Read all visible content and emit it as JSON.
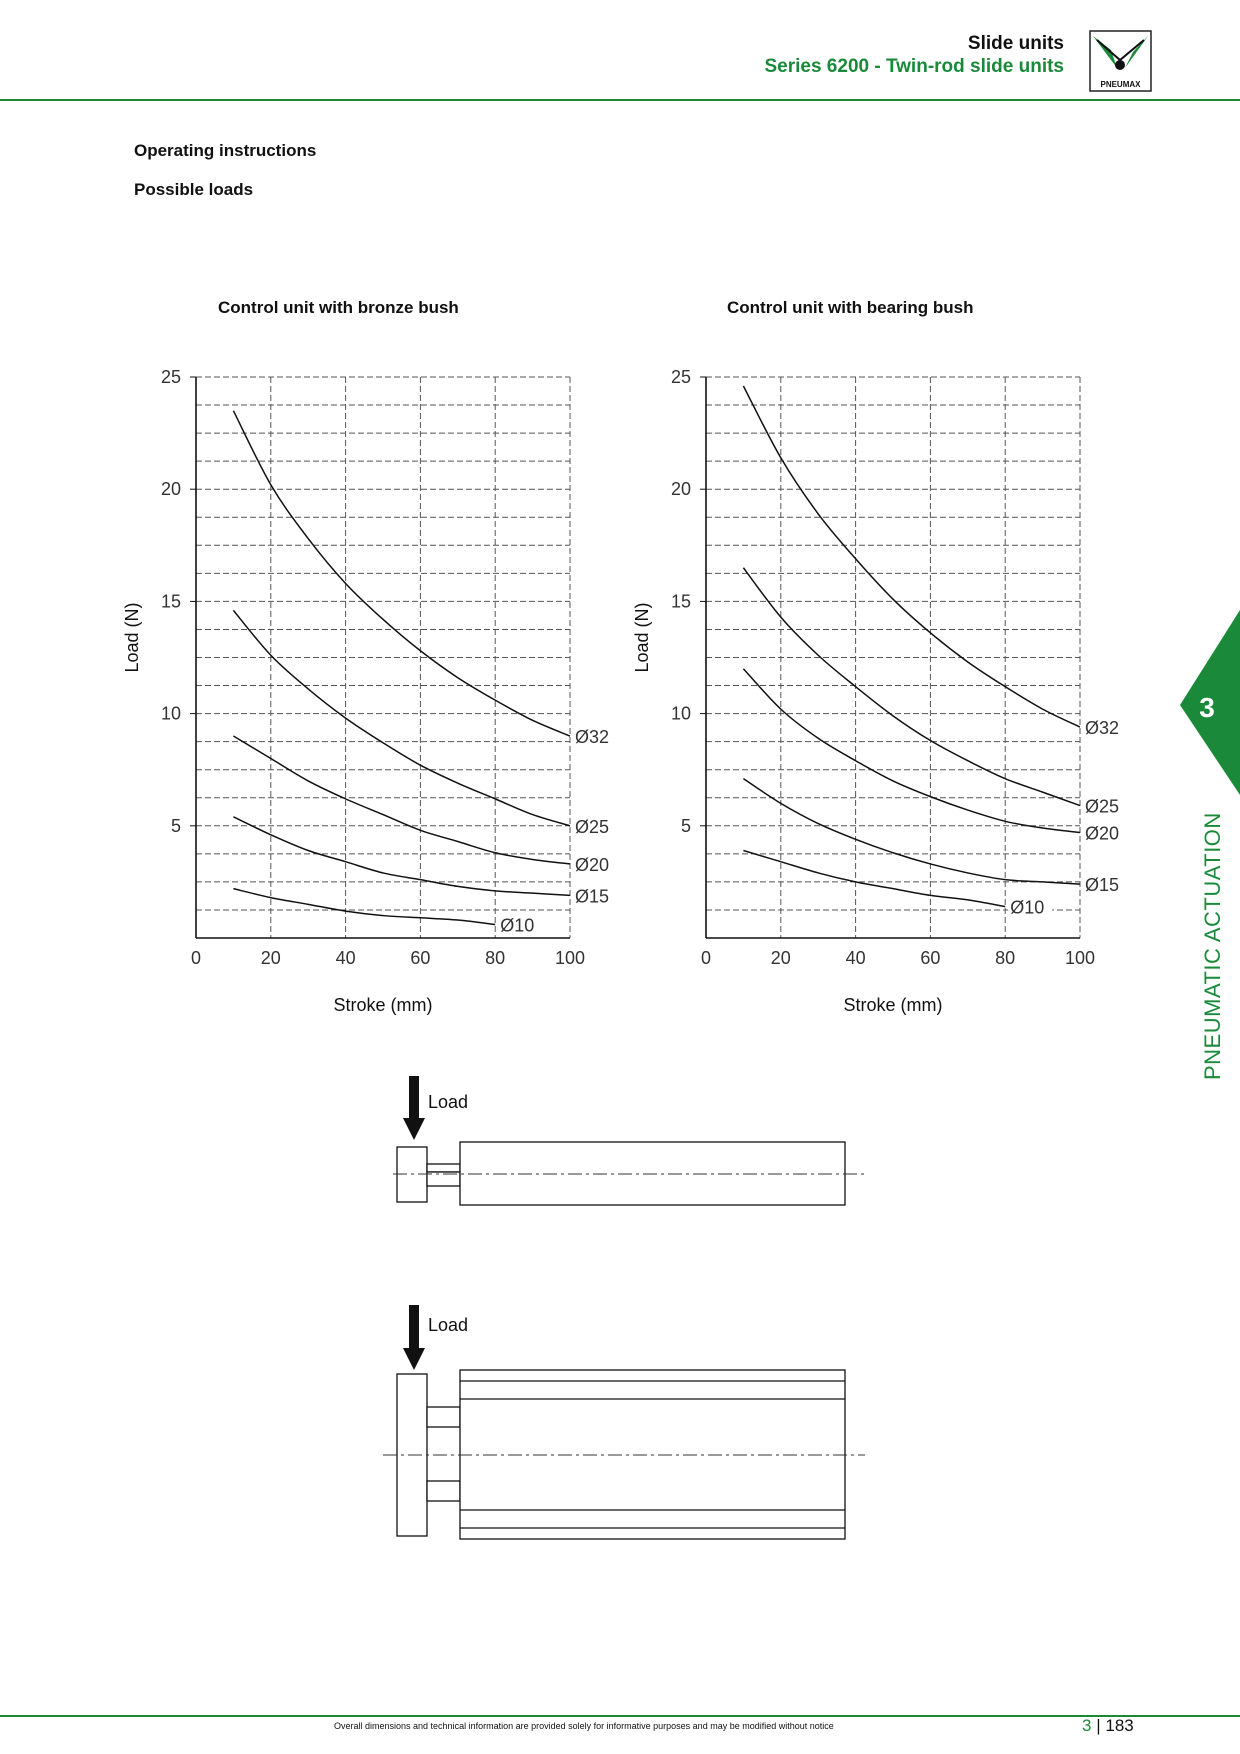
{
  "header": {
    "title": "Slide units",
    "subtitle": "Series 6200 - Twin-rod slide units",
    "logo_text": "PNEUMAX",
    "accent_color": "#1a8a3a"
  },
  "sections": {
    "operating_instructions": "Operating instructions",
    "possible_loads": "Possible loads"
  },
  "chart_data": [
    {
      "type": "line",
      "title": "Control unit with bronze bush",
      "xlabel": "Stroke (mm)",
      "ylabel": "Load (N)",
      "xlim": [
        0,
        100
      ],
      "ylim": [
        0,
        25
      ],
      "xticks": [
        "0",
        "20",
        "40",
        "60",
        "80",
        "100"
      ],
      "yticks": [
        "5",
        "10",
        "15",
        "20",
        "25"
      ],
      "grid": true,
      "series": [
        {
          "name": "Ø32",
          "x": [
            10,
            20,
            30,
            40,
            50,
            60,
            70,
            80,
            90,
            100
          ],
          "y": [
            23.5,
            20.2,
            17.8,
            15.8,
            14.2,
            12.8,
            11.6,
            10.6,
            9.7,
            9.0
          ]
        },
        {
          "name": "Ø25",
          "x": [
            10,
            20,
            30,
            40,
            50,
            60,
            70,
            80,
            90,
            100
          ],
          "y": [
            14.6,
            12.6,
            11.1,
            9.8,
            8.7,
            7.7,
            6.9,
            6.2,
            5.5,
            5.0
          ]
        },
        {
          "name": "Ø20",
          "x": [
            10,
            20,
            30,
            40,
            50,
            60,
            70,
            80,
            90,
            100
          ],
          "y": [
            9.0,
            8.0,
            7.0,
            6.2,
            5.5,
            4.8,
            4.3,
            3.8,
            3.5,
            3.3
          ]
        },
        {
          "name": "Ø15",
          "x": [
            10,
            20,
            30,
            40,
            50,
            60,
            70,
            80,
            90,
            100
          ],
          "y": [
            5.4,
            4.6,
            3.9,
            3.4,
            2.9,
            2.6,
            2.3,
            2.1,
            2.0,
            1.9
          ]
        },
        {
          "name": "Ø10",
          "x": [
            10,
            20,
            30,
            40,
            50,
            60,
            70,
            80
          ],
          "y": [
            2.2,
            1.8,
            1.5,
            1.2,
            1.0,
            0.9,
            0.8,
            0.6
          ]
        }
      ]
    },
    {
      "type": "line",
      "title": "Control unit with bearing bush",
      "xlabel": "Stroke (mm)",
      "ylabel": "Load (N)",
      "xlim": [
        0,
        100
      ],
      "ylim": [
        0,
        25
      ],
      "xticks": [
        "0",
        "20",
        "40",
        "60",
        "80",
        "100"
      ],
      "yticks": [
        "5",
        "10",
        "15",
        "20",
        "25"
      ],
      "grid": true,
      "series": [
        {
          "name": "Ø32",
          "x": [
            10,
            20,
            30,
            40,
            50,
            60,
            70,
            80,
            90,
            100
          ],
          "y": [
            24.6,
            21.4,
            18.9,
            16.9,
            15.1,
            13.6,
            12.3,
            11.2,
            10.2,
            9.4
          ]
        },
        {
          "name": "Ø25",
          "x": [
            10,
            20,
            30,
            40,
            50,
            60,
            70,
            80,
            90,
            100
          ],
          "y": [
            16.5,
            14.3,
            12.6,
            11.2,
            9.9,
            8.8,
            7.9,
            7.1,
            6.5,
            5.9
          ]
        },
        {
          "name": "Ø20",
          "x": [
            10,
            20,
            30,
            40,
            50,
            60,
            70,
            80,
            90,
            100
          ],
          "y": [
            12.0,
            10.2,
            8.9,
            7.9,
            7.0,
            6.3,
            5.7,
            5.2,
            4.9,
            4.7
          ]
        },
        {
          "name": "Ø15",
          "x": [
            10,
            20,
            30,
            40,
            50,
            60,
            70,
            80,
            90,
            100
          ],
          "y": [
            7.1,
            6.0,
            5.1,
            4.4,
            3.8,
            3.3,
            2.9,
            2.6,
            2.5,
            2.4
          ]
        },
        {
          "name": "Ø10",
          "x": [
            10,
            20,
            30,
            40,
            50,
            60,
            70,
            80
          ],
          "y": [
            3.9,
            3.4,
            2.9,
            2.5,
            2.2,
            1.9,
            1.7,
            1.4
          ]
        }
      ]
    }
  ],
  "diagrams": {
    "load_label_1": "Load",
    "load_label_2": "Load"
  },
  "side_tab": {
    "chapter_number": "3",
    "section_label": "PNEUMATIC ACTUATION"
  },
  "footer": {
    "note": "Overall dimensions and technical information are provided solely for informative purposes and may be modified without notice",
    "chapter": "3",
    "separator": "|",
    "page": "183"
  }
}
